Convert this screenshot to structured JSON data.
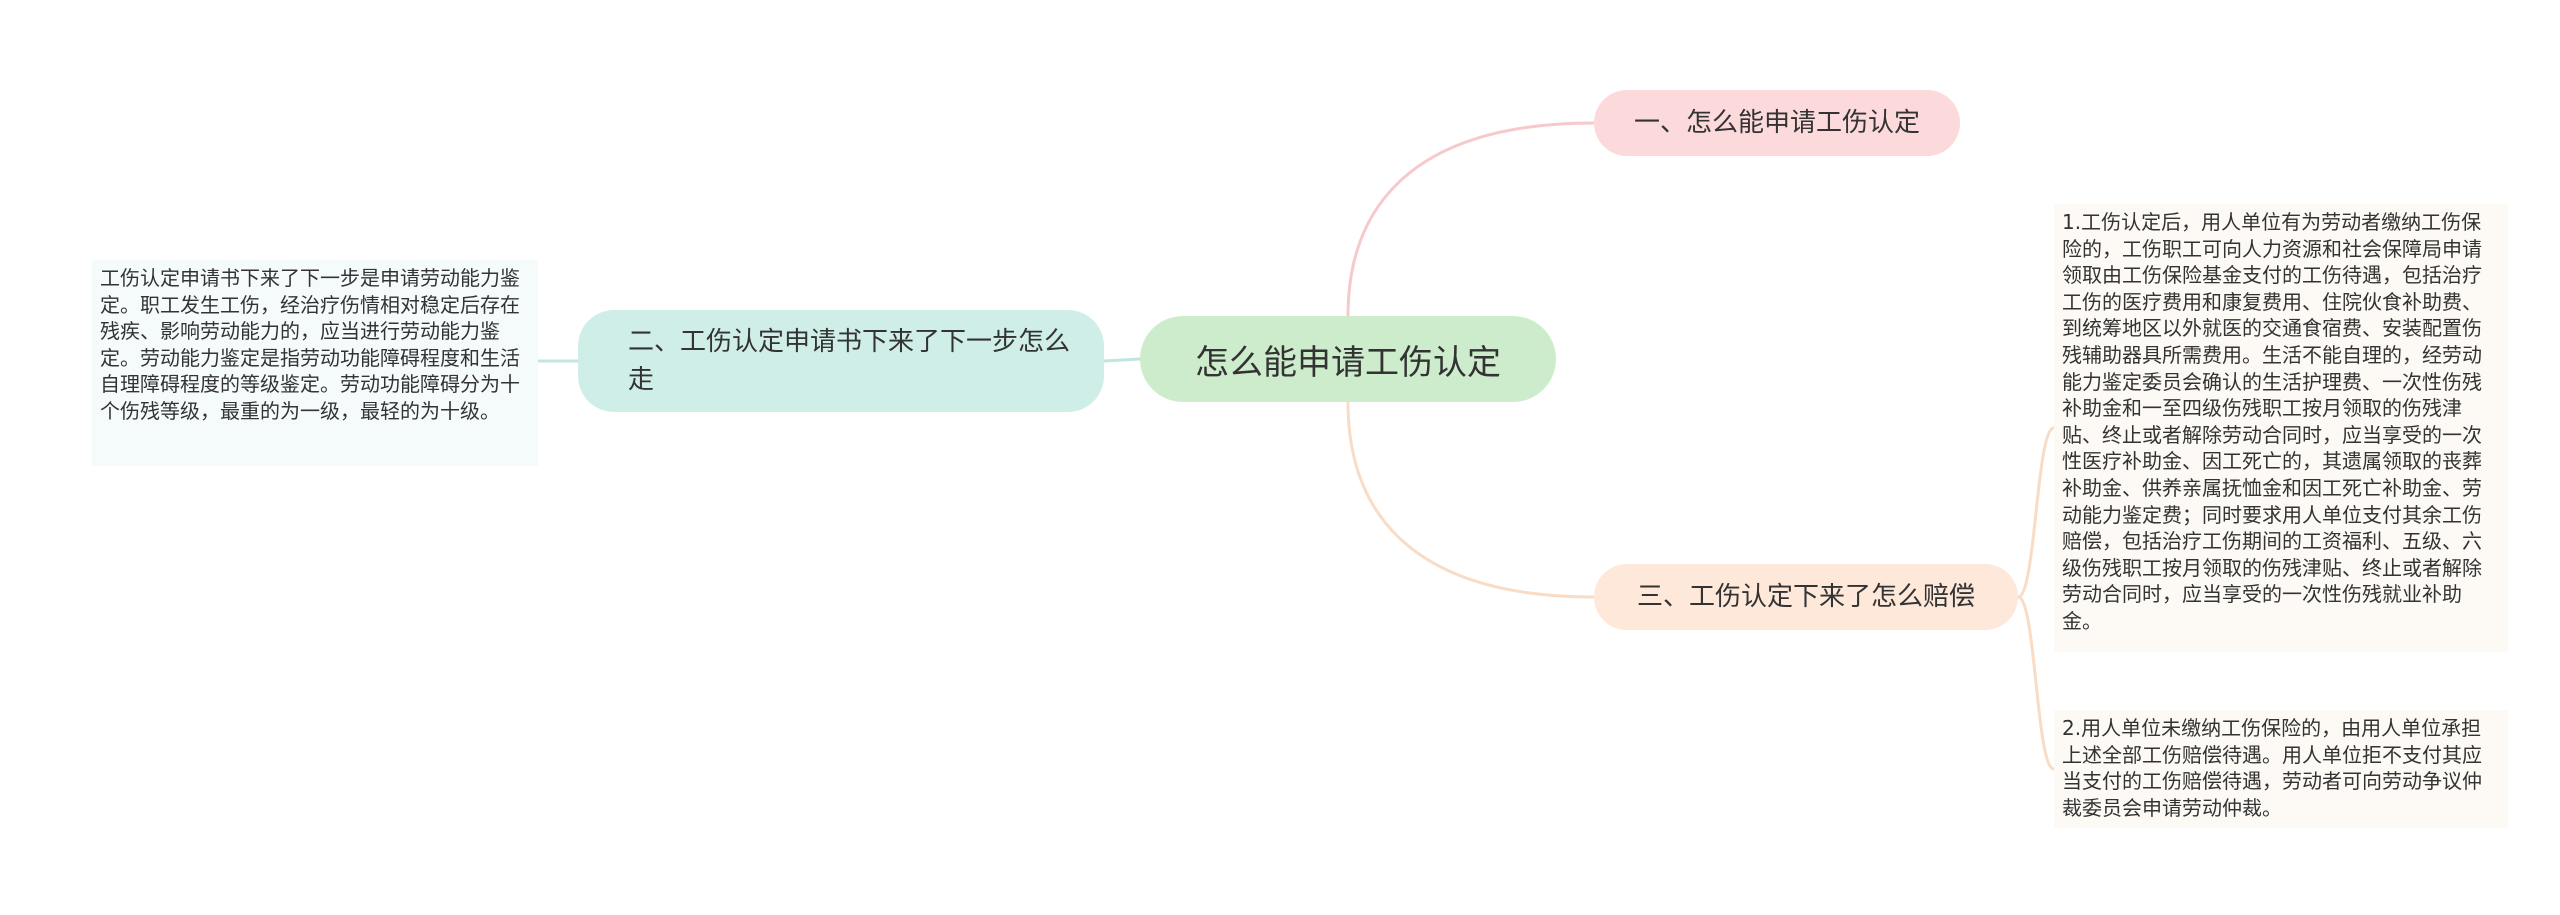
{
  "root": {
    "label": "怎么能申请工伤认定"
  },
  "branches": [
    {
      "label": "一、怎么能申请工伤认定"
    },
    {
      "label": "二、工伤认定申请书下来了下一步怎么走"
    },
    {
      "label": "三、工伤认定下来了怎么赔偿"
    }
  ],
  "leaves": {
    "branch2": "工伤认定申请书下来了下一步是申请劳动能力鉴定。职工发生工伤，经治疗伤情相对稳定后存在残疾、影响劳动能力的，应当进行劳动能力鉴定。劳动能力鉴定是指劳动功能障碍程度和生活自理障碍程度的等级鉴定。劳动功能障碍分为十个伤残等级，最重的为一级，最轻的为十级。",
    "branch3_1": "1.工伤认定后，用人单位有为劳动者缴纳工伤保险的，工伤职工可向人力资源和社会保障局申请领取由工伤保险基金支付的工伤待遇，包括治疗工伤的医疗费用和康复费用、住院伙食补助费、到统筹地区以外就医的交通食宿费、安装配置伤残辅助器具所需费用。生活不能自理的，经劳动能力鉴定委员会确认的生活护理费、一次性伤残补助金和一至四级伤残职工按月领取的伤残津贴、终止或者解除劳动合同时，应当享受的一次性医疗补助金、因工死亡的，其遗属领取的丧葬补助金、供养亲属抚恤金和因工死亡补助金、劳动能力鉴定费；同时要求用人单位支付其余工伤赔偿，包括治疗工伤期间的工资福利、五级、六级伤残职工按月领取的伤残津贴、终止或者解除劳动合同时，应当享受的一次性伤残就业补助金。",
    "branch3_2": "2.用人单位未缴纳工伤保险的，由用人单位承担上述全部工伤赔偿待遇。用人单位拒不支付其应当支付的工伤赔偿待遇，劳动者可向劳动争议仲裁委员会申请劳动仲裁。"
  },
  "colors": {
    "root": "#cdeccc",
    "branch1": "#fcdadb",
    "branch2": "#cfeee8",
    "branch3": "#fde8d9",
    "edge1": "#f6c9cb",
    "edge2": "#bfe6df",
    "edge3": "#f9dcc5"
  }
}
